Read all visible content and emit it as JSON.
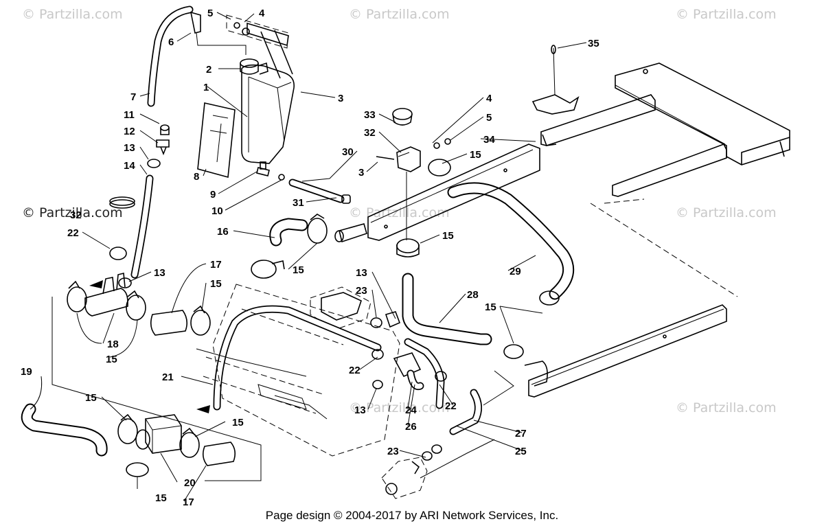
{
  "watermarks": {
    "top_left": "© Partzilla.com",
    "top_center": "© Partzilla.com",
    "top_right": "© Partzilla.com",
    "mid_left": "© Partzilla.com",
    "mid_center": "© Partzilla.com",
    "mid_right": "© Partzilla.com",
    "bottom_center": "© Partzilla.com",
    "bottom_right": "© Partzilla.com"
  },
  "callouts": {
    "c1": "1",
    "c2": "2",
    "c3a": "3",
    "c3b": "3",
    "c4a": "4",
    "c4b": "4",
    "c5a": "5",
    "c5b": "5",
    "c6": "6",
    "c7": "7",
    "c8": "8",
    "c9": "9",
    "c10": "10",
    "c11": "11",
    "c12": "12",
    "c13a": "13",
    "c13b": "13",
    "c13c": "13",
    "c13d": "13",
    "c14": "14",
    "c15a": "15",
    "c15b": "15",
    "c15c": "15",
    "c15d": "15",
    "c15e": "15",
    "c15f": "15",
    "c15g": "15",
    "c15h": "15",
    "c15i": "15",
    "c16": "16",
    "c17a": "17",
    "c17b": "17",
    "c18": "18",
    "c19": "19",
    "c20": "20",
    "c21": "21",
    "c22a": "22",
    "c22b": "22",
    "c22c": "22",
    "c23a": "23",
    "c23b": "23",
    "c24": "24",
    "c25": "25",
    "c26": "26",
    "c27": "27",
    "c28": "28",
    "c29": "29",
    "c30": "30",
    "c31": "31",
    "c32": "32",
    "c33": "33",
    "c34": "34",
    "c35": "35"
  },
  "footer": "Page design © 2004-2017 by ARI Network Services, Inc."
}
